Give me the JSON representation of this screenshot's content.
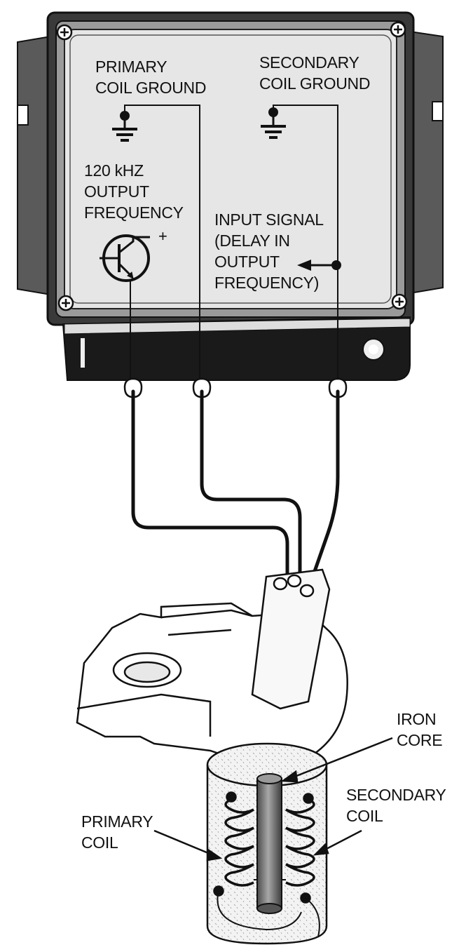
{
  "labels": {
    "primary_coil_ground": [
      "PRIMARY",
      "COIL GROUND"
    ],
    "secondary_coil_ground": [
      "SECONDARY",
      "COIL GROUND"
    ],
    "output_frequency": [
      "120 kHZ",
      "OUTPUT",
      "FREQUENCY"
    ],
    "transistor_polarity": "+",
    "input_signal": [
      "INPUT SIGNAL",
      "(DELAY IN",
      "OUTPUT",
      "FREQUENCY)"
    ],
    "iron_core": [
      "IRON",
      "CORE"
    ],
    "secondary_coil": [
      "SECONDARY",
      "COIL"
    ],
    "primary_coil": [
      "PRIMARY",
      "COIL"
    ]
  },
  "colors": {
    "line": "#111111",
    "panel_outer": "#3a3a3a",
    "panel_face": "#e8e8e8",
    "side_bracket": "#555555",
    "connector_strip": "#1a1a1a",
    "core": "#777777",
    "potting": "#f1f1f1"
  },
  "icons": [
    "ground-symbol-icon",
    "npn-transistor-icon",
    "mounting-screw-icon",
    "arrow-left-icon"
  ]
}
